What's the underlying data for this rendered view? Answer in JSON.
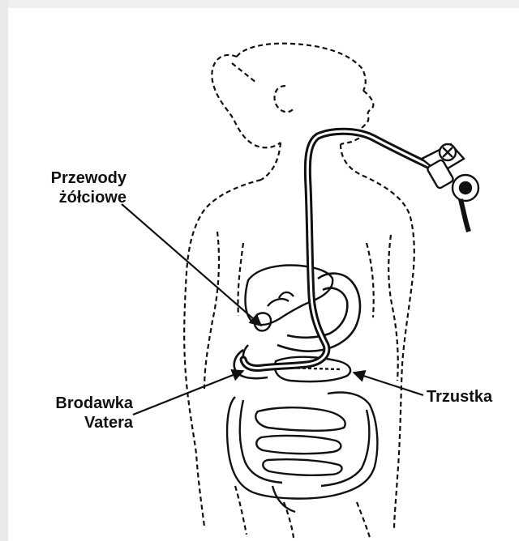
{
  "labels": {
    "bile_ducts": [
      "Przewody",
      "żółciowe"
    ],
    "papilla": [
      "Brodawka",
      "Vatera"
    ],
    "pancreas": "Trzustka"
  },
  "colors": {
    "ink": "#111111",
    "background": "#ffffff"
  }
}
